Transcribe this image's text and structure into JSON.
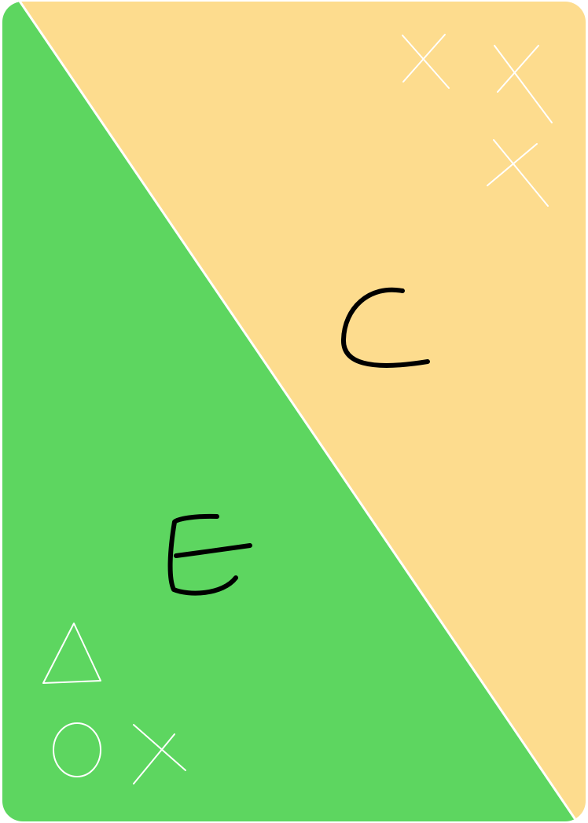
{
  "card": {
    "colors": {
      "top_region": "#fddc8e",
      "bottom_region": "#5dd660",
      "divider": "#ffffff",
      "symbols": "#ffffff",
      "letters": "#000000"
    },
    "top_region": {
      "letter": "C",
      "symbols": [
        "x",
        "x",
        "x"
      ]
    },
    "bottom_region": {
      "letter": "E",
      "symbols": [
        "triangle",
        "circle",
        "x"
      ]
    }
  }
}
